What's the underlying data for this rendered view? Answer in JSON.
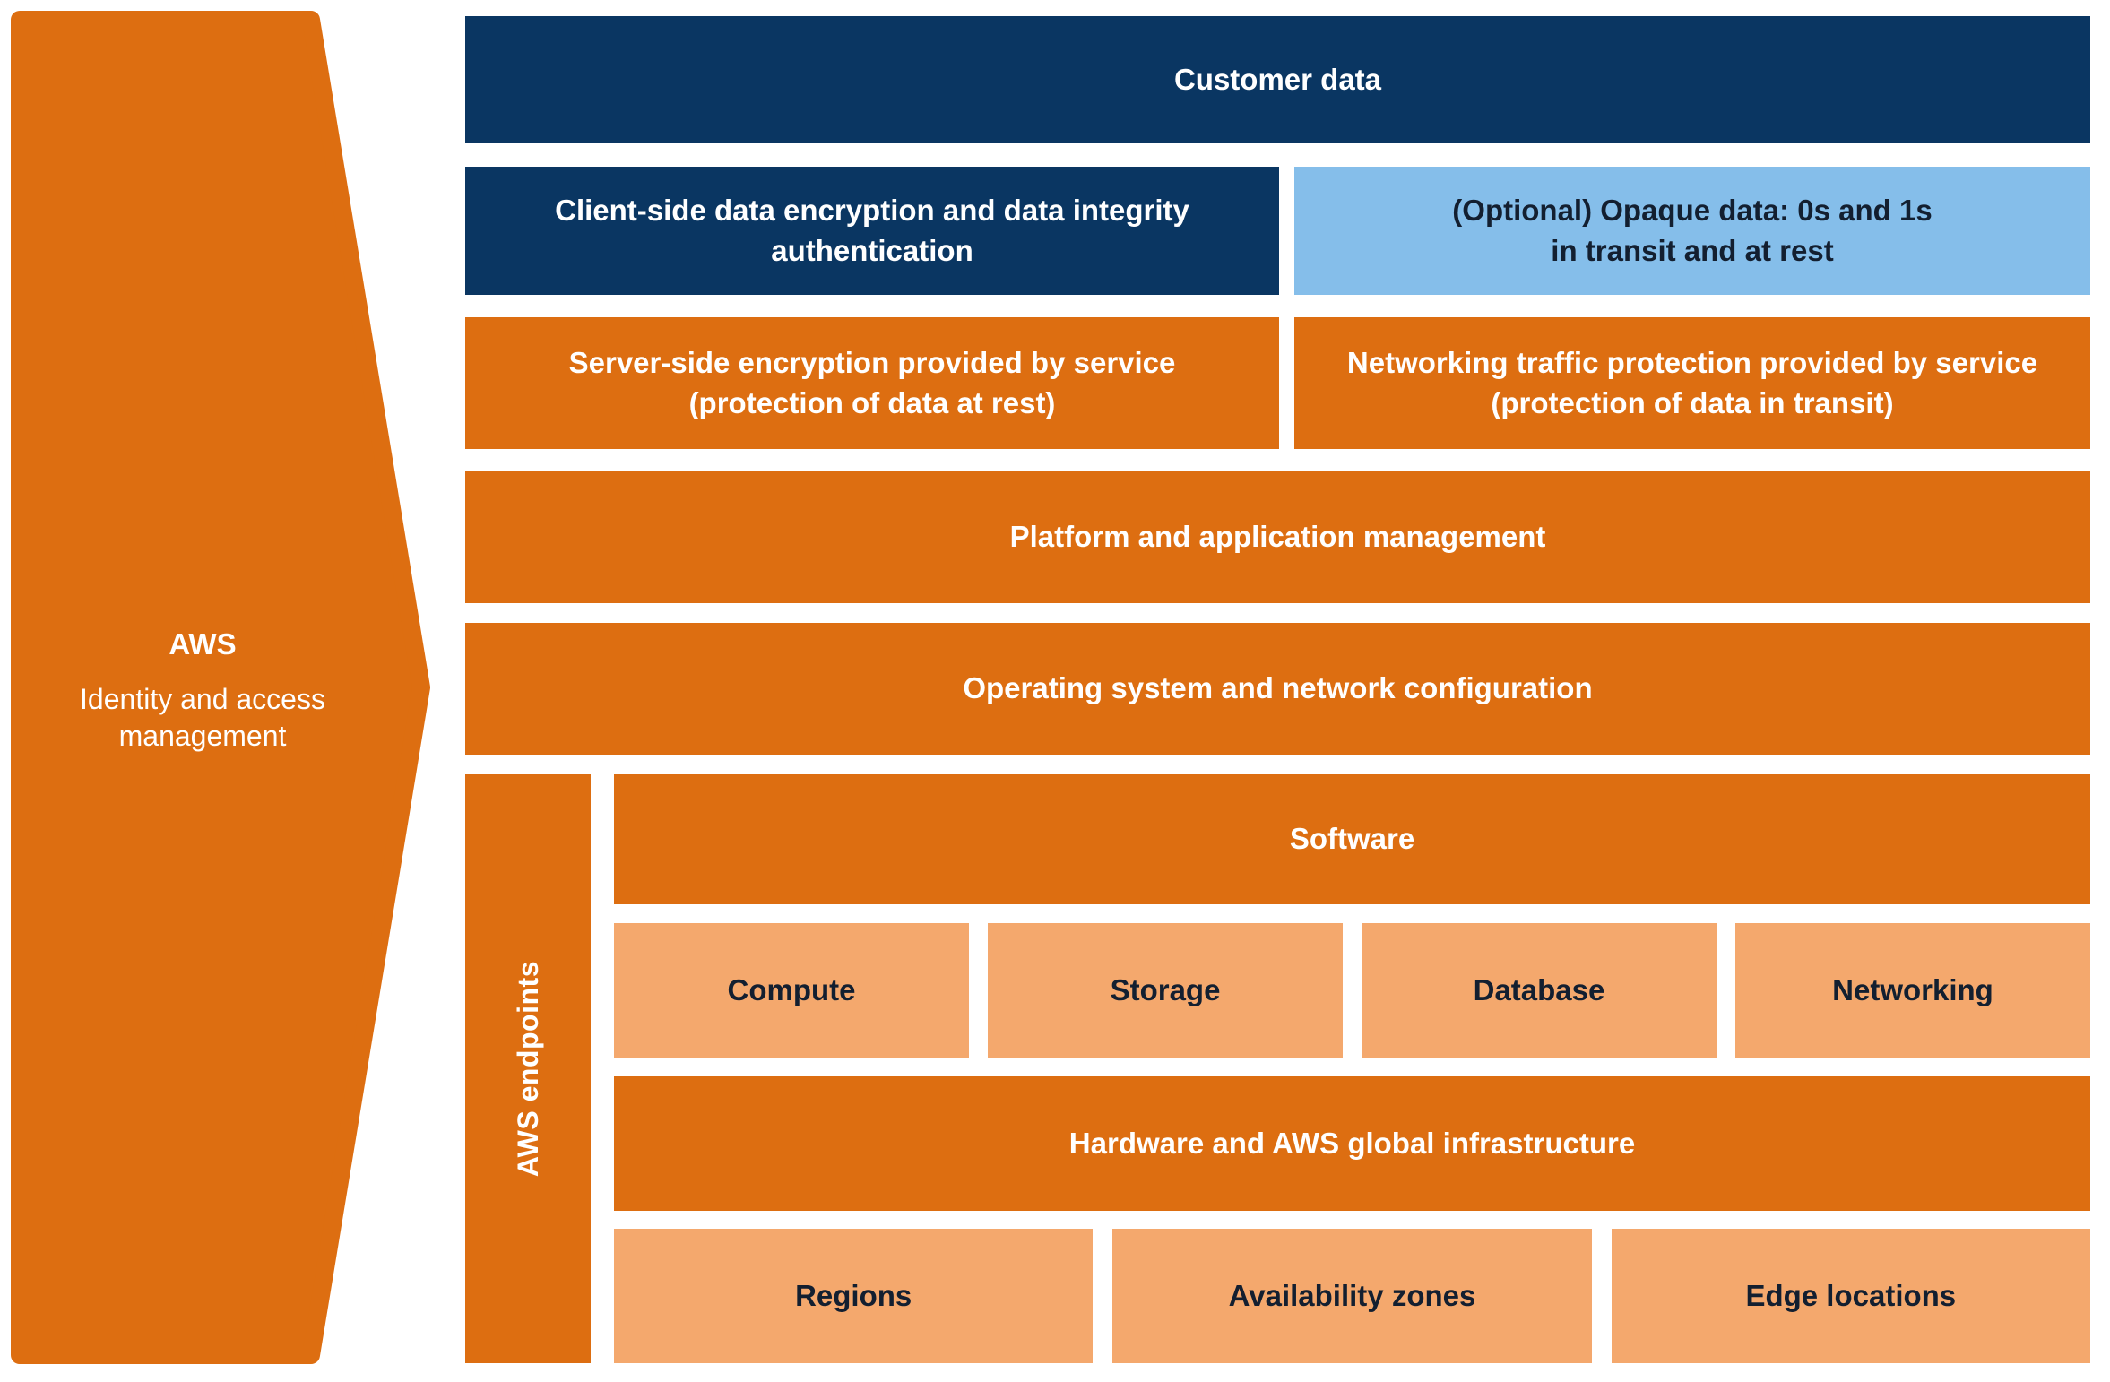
{
  "palette": {
    "orange": "#DD6E11",
    "light_orange": "#F4A86D",
    "navy": "#0A3662",
    "light_blue": "#85BEEA",
    "dark_text": "#131F30",
    "white_text": "#FFFFFF"
  },
  "left_arrow": {
    "title": "AWS",
    "subtitle": "Identity and access\nmanagement"
  },
  "rows": {
    "customer_data": "Customer data",
    "client_side": "Client-side data encryption and data integrity\nauthentication",
    "opaque": "(Optional) Opaque data: 0s and 1s\nin transit and at rest",
    "server_side": "Server-side encryption provided by service\n(protection of data at rest)",
    "network_traffic": "Networking traffic protection provided by service\n(protection of data in transit)",
    "platform": "Platform and application management",
    "os": "Operating system and network configuration"
  },
  "endpoints": {
    "label": "AWS endpoints",
    "software": "Software",
    "services": [
      "Compute",
      "Storage",
      "Database",
      "Networking"
    ],
    "hardware": "Hardware and AWS global infrastructure",
    "infrastructure": [
      "Regions",
      "Availability zones",
      "Edge locations"
    ]
  }
}
